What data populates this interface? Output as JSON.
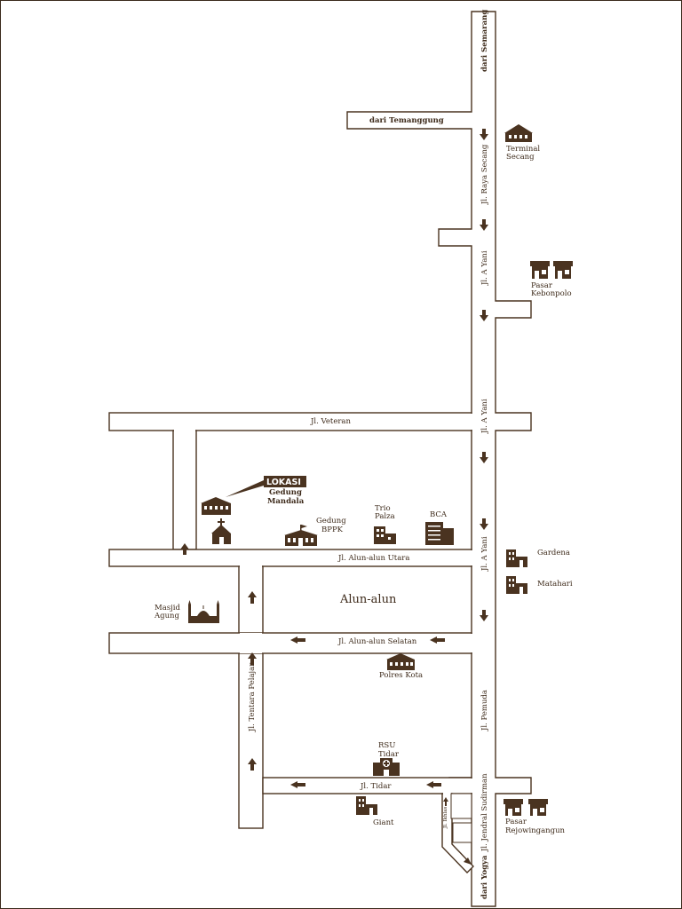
{
  "colors": {
    "road_outline": "#4a3320",
    "text": "#3d2a1a",
    "background": "#ffffff"
  },
  "directions": {
    "from_semarang": "dari Semarang",
    "from_temanggung": "dari Temanggung",
    "from_yogya": "dari Yogya"
  },
  "streets": {
    "raya_secang": "Jl. Raya Secang",
    "a_yani_1": "Jl. A Yani",
    "a_yani_2": "Jl. A Yani",
    "a_yani_3": "Jl. A Yani",
    "veteran": "Jl. Veteran",
    "alun_utara": "Jl. Alun-alun Utara",
    "alun_selatan": "Jl. Alun-alun Selatan",
    "tentara_pelajar": "Jl. Tentara Pelajar",
    "pemuda": "Jl. Pemuda",
    "tidar": "Jl. Tidar",
    "jendral_sudirman": "Jl. Jendral Sudirman",
    "jl_ikhlas": "Jl. Ikhlas"
  },
  "landmarks": {
    "terminal_secang": {
      "line1": "Terminal",
      "line2": "Secang",
      "icon": "bus-terminal-icon"
    },
    "pasar_kebonpolo": {
      "line1": "Pasar",
      "line2": "Kebonpolo",
      "icon": "market-icon"
    },
    "lokasi": {
      "badge": "LOKASI",
      "line1": "Gedung",
      "line2": "Mandala",
      "icon": "building-icon"
    },
    "gedung_bppk": {
      "line1": "Gedung",
      "line2": "BPPK",
      "icon": "government-building-icon"
    },
    "trio_palza": {
      "line1": "Trio",
      "line2": "Palza",
      "icon": "office-building-icon"
    },
    "bca": {
      "label": "BCA",
      "icon": "bank-tower-icon"
    },
    "church": {
      "icon": "church-icon"
    },
    "gardena": {
      "label": "Gardena",
      "icon": "store-icon"
    },
    "matahari": {
      "label": "Matahari",
      "icon": "store-icon"
    },
    "masjid_agung": {
      "line1": "Masjid",
      "line2": "Agung",
      "icon": "mosque-icon"
    },
    "alun_alun": {
      "label": "Alun-alun"
    },
    "polres_kota": {
      "label": "Polres Kota",
      "icon": "police-building-icon"
    },
    "rsu_tidar": {
      "line1": "RSU",
      "line2": "Tidar",
      "icon": "hospital-icon"
    },
    "giant": {
      "label": "Giant",
      "icon": "store-icon"
    },
    "pasar_rejowingangun": {
      "line1": "Pasar",
      "line2": "Rejowingangun",
      "icon": "market-icon"
    }
  }
}
